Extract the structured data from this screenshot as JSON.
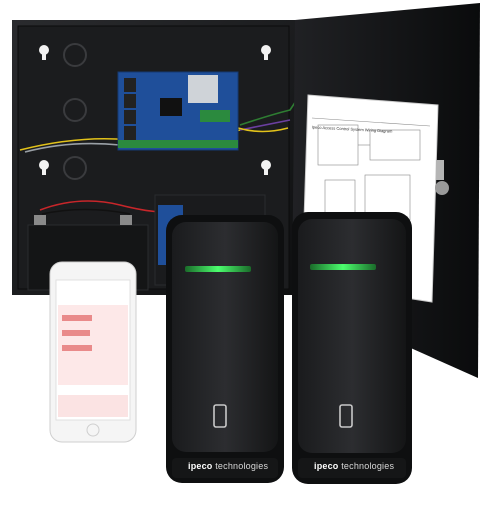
{
  "product": {
    "diagram_title": "Ipeco Access Control System Wiring Diagram",
    "reader_brand_a": "ipeco",
    "reader_brand_b": "technologies",
    "colors": {
      "enclosure": "#18191b",
      "door": "#111214",
      "board_blue": "#1f4f9a",
      "reader_led": "#39e05a",
      "phone_screen_accent": "#e98a8a"
    }
  }
}
